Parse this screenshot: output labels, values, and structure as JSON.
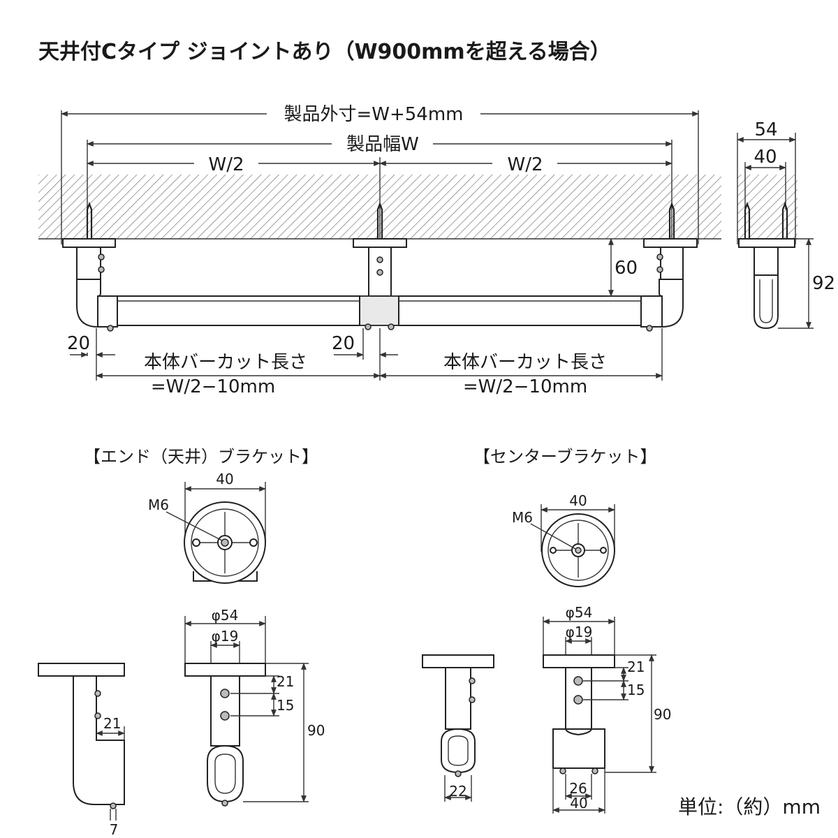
{
  "title": "天井付Cタイプ ジョイントあり（W900mmを超える場合）",
  "main": {
    "overall_label": "製品外寸=W+54mm",
    "width_label": "製品幅W",
    "half_left": "W/2",
    "half_right": "W/2",
    "drop": "60",
    "offset_left": "20",
    "offset_center": "20",
    "cut_left_line1": "本体バーカット長さ",
    "cut_left_line2": "=W/2−10mm",
    "cut_right_line1": "本体バーカット長さ",
    "cut_right_line2": "=W/2−10mm"
  },
  "side_view": {
    "outer": "54",
    "inner": "40",
    "height": "92"
  },
  "end_bracket": {
    "heading": "【エンド（天井）ブラケット】",
    "top_width": "40",
    "screw": "M6",
    "flange_dia": "φ54",
    "pipe_dia": "φ19",
    "hole_top": "21",
    "hole_pitch": "15",
    "height": "90",
    "side_offset": "21",
    "bottom": "7"
  },
  "center_bracket": {
    "heading": "【センターブラケット】",
    "top_width": "40",
    "screw": "M6",
    "flange_dia": "φ54",
    "pipe_dia": "φ19",
    "hole_top": "21",
    "hole_pitch": "15",
    "height": "90",
    "side_width": "22",
    "base_inner": "26",
    "base_outer": "40"
  },
  "unit_label": "単位:（約）mm"
}
